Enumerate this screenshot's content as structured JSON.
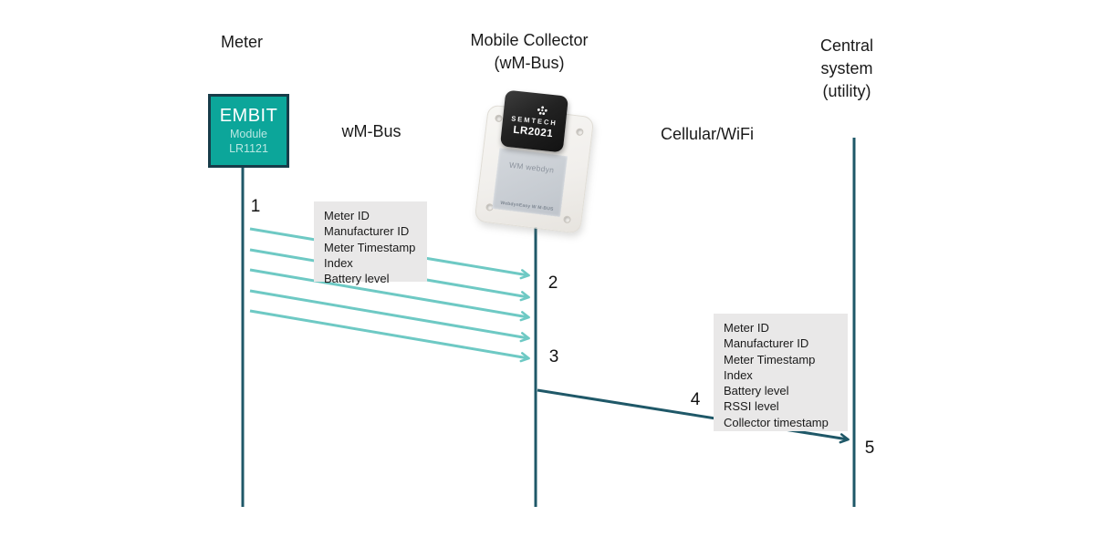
{
  "headers": {
    "meter": "Meter",
    "collector": "Mobile Collector\n(wM-Bus)",
    "central": "Central\nsystem\n(utility)"
  },
  "meter_module": {
    "brand": "EMBIT",
    "type": "Module",
    "model": "LR1121"
  },
  "protocol_labels": {
    "left": "wM-Bus",
    "right": "Cellular/WiFi"
  },
  "collector_device": {
    "chip_brand": "SEMTECH",
    "chip_model": "LR2021",
    "brand": "WM webdyn",
    "caption": "WebdynEasy W M-BUS"
  },
  "payload_wmbus": {
    "lines": [
      "Meter ID",
      "Manufacturer ID",
      "Meter Timestamp",
      "Index",
      "Battery level"
    ]
  },
  "payload_cellular": {
    "lines": [
      "Meter ID",
      "Manufacturer ID",
      "Meter Timestamp",
      "Index",
      "Battery level",
      "RSSI level",
      "Collector timestamp"
    ]
  },
  "step_numbers": [
    "1",
    "2",
    "3",
    "4",
    "5"
  ],
  "colors": {
    "module_teal": "#0ca69a",
    "lifeline_dark": "#1f5868",
    "arrow_teal": "#6ec9c4",
    "payload_gray": "#e9e8e8",
    "text_dark": "#1a1a1a"
  }
}
